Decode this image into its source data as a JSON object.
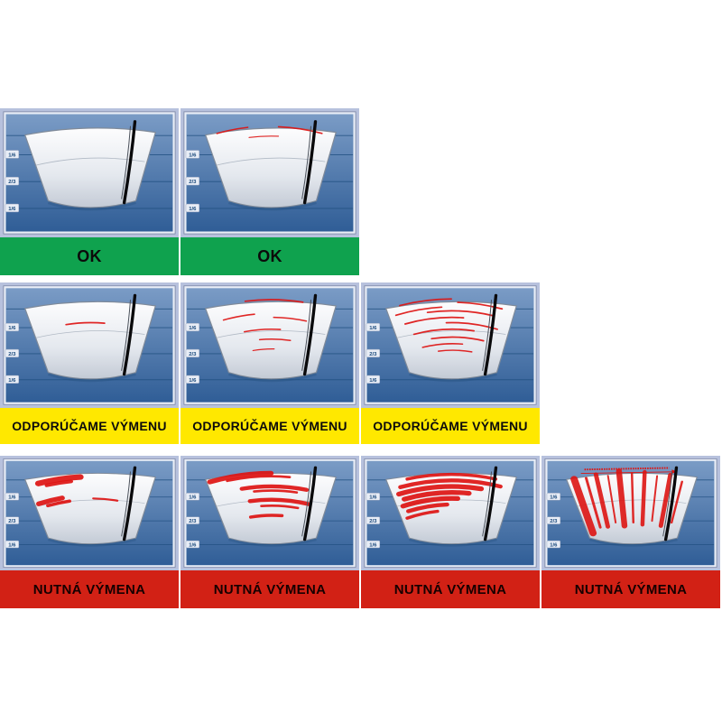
{
  "colors": {
    "page_bg": "#ffffff",
    "cell_bg": "#b7c1dd",
    "panel_border_light": "#e9eef7",
    "panel_border_dark": "#7e89a6",
    "panel_top": "#7b9cc6",
    "panel_bottom": "#2f5d96",
    "grid_line": "#1e4d7e",
    "glass_top": "#fdfdfe",
    "glass_mid": "#e4e8ee",
    "glass_bottom": "#c3cad5",
    "glass_edge": "#7f8a99",
    "blade": "#0a0a0c",
    "streak": "#dd1412",
    "ok_bg": "#0fa24e",
    "recommend_bg": "#ffe800",
    "required_bg": "#d22115",
    "label_text": "#0b0b0b"
  },
  "scale_labels": [
    "1/6",
    "2/3",
    "1/6"
  ],
  "rows": [
    {
      "id": "ok",
      "label": "OK",
      "label_bg": "#0fa24e",
      "label_color": "#0b0b0b",
      "cells": [
        {
          "severity": "clean",
          "type": "arcs",
          "streaks": []
        },
        {
          "severity": "minor-marks",
          "type": "arcs",
          "streaks": [
            [
              0.05,
              0.08,
              0.32,
              1.6
            ],
            [
              0.06,
              0.56,
              0.9,
              1.6
            ],
            [
              0.2,
              0.32,
              0.56,
              1.2
            ]
          ]
        }
      ]
    },
    {
      "id": "recommend",
      "label": "ODPORÚČAME VÝMENU",
      "label_bg": "#ffe800",
      "label_color": "#0b0b0b",
      "cells": [
        {
          "severity": "single-streak",
          "type": "arcs",
          "streaks": [
            [
              0.4,
              0.28,
              0.62,
              1.8
            ]
          ]
        },
        {
          "severity": "several-streaks",
          "type": "arcs",
          "streaks": [
            [
              0.05,
              0.3,
              0.75,
              1.8
            ],
            [
              0.26,
              0.1,
              0.36,
              1.6
            ],
            [
              0.32,
              0.52,
              0.8,
              1.6
            ],
            [
              0.5,
              0.25,
              0.58,
              1.6
            ],
            [
              0.65,
              0.38,
              0.68,
              1.5
            ],
            [
              0.8,
              0.3,
              0.52,
              1.3
            ]
          ]
        },
        {
          "severity": "many-streaks",
          "type": "arcs",
          "streaks": [
            [
              0.04,
              0.1,
              0.5,
              1.8
            ],
            [
              0.09,
              0.55,
              0.9,
              1.8
            ],
            [
              0.16,
              0.05,
              0.42,
              1.8
            ],
            [
              0.22,
              0.3,
              0.85,
              1.8
            ],
            [
              0.32,
              0.1,
              0.6,
              1.8
            ],
            [
              0.4,
              0.45,
              0.9,
              1.8
            ],
            [
              0.5,
              0.15,
              0.7,
              1.8
            ],
            [
              0.62,
              0.3,
              0.8,
              1.8
            ],
            [
              0.72,
              0.2,
              0.6,
              1.6
            ],
            [
              0.82,
              0.35,
              0.7,
              1.5
            ]
          ]
        }
      ]
    },
    {
      "id": "required",
      "label": "NUTNÁ VÝMENA",
      "label_bg": "#d22115",
      "label_color": "#160000",
      "cells": [
        {
          "severity": "smearing",
          "type": "arcs",
          "streaks": [
            [
              0.14,
              0.08,
              0.42,
              7
            ],
            [
              0.2,
              0.14,
              0.34,
              4.5
            ],
            [
              0.45,
              0.03,
              0.24,
              6
            ],
            [
              0.52,
              0.1,
              0.3,
              4
            ],
            [
              0.5,
              0.52,
              0.74,
              2.5
            ]
          ]
        },
        {
          "severity": "heavy-smearing",
          "type": "arcs",
          "streaks": [
            [
              0.08,
              0.02,
              0.5,
              6
            ],
            [
              0.13,
              0.15,
              0.65,
              3
            ],
            [
              0.3,
              0.25,
              0.8,
              5
            ],
            [
              0.37,
              0.35,
              0.72,
              3
            ],
            [
              0.52,
              0.3,
              0.85,
              5
            ],
            [
              0.62,
              0.4,
              0.75,
              3
            ],
            [
              0.78,
              0.28,
              0.6,
              4
            ]
          ]
        },
        {
          "severity": "smear-band",
          "type": "arcs",
          "streaks": [
            [
              0.1,
              0.15,
              0.85,
              4
            ],
            [
              0.2,
              0.08,
              0.9,
              5
            ],
            [
              0.3,
              0.05,
              0.75,
              6
            ],
            [
              0.4,
              0.08,
              0.65,
              6
            ],
            [
              0.5,
              0.05,
              0.55,
              6
            ],
            [
              0.6,
              0.08,
              0.45,
              5
            ],
            [
              0.7,
              0.05,
              0.35,
              4
            ]
          ]
        },
        {
          "severity": "chatter-vertical-streaks",
          "type": "vertical",
          "annotation": "arrow",
          "streaks": [
            [
              0.05,
              0.05,
              0.95,
              8
            ],
            [
              0.14,
              0.08,
              0.9,
              3
            ],
            [
              0.22,
              0.05,
              0.92,
              5
            ],
            [
              0.31,
              0.1,
              0.88,
              2
            ],
            [
              0.4,
              0.04,
              0.95,
              6.5
            ],
            [
              0.5,
              0.08,
              0.9,
              2.5
            ],
            [
              0.6,
              0.05,
              0.93,
              4.5
            ],
            [
              0.7,
              0.1,
              0.85,
              2
            ],
            [
              0.8,
              0.05,
              0.9,
              5
            ],
            [
              0.9,
              0.12,
              0.8,
              2.5
            ]
          ]
        }
      ]
    }
  ]
}
